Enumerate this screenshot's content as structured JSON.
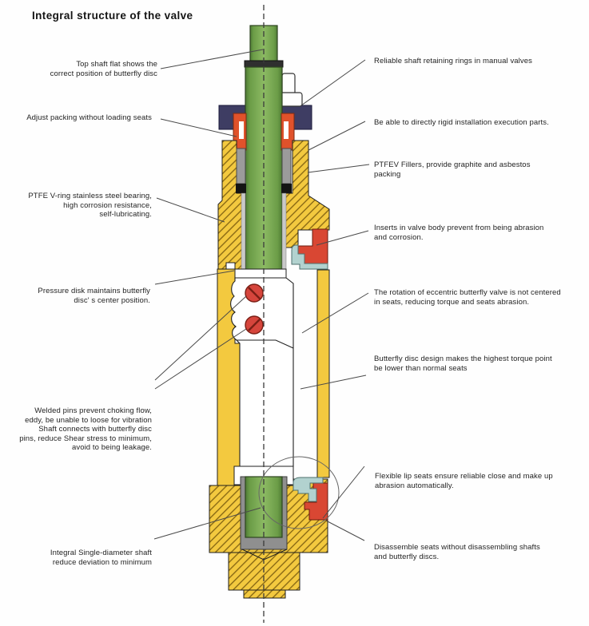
{
  "title": "Integral structure of the valve",
  "left_labels": [
    {
      "text": "Top shaft flat shows the\ncorrect position of butterfly disc"
    },
    {
      "text": "Adjust packing without loading seats"
    },
    {
      "text": "PTFE V-ring stainless steel bearing,\nhigh corrosion resistance,\nself-lubricating."
    },
    {
      "text": "Pressure disk maintains butterfly\ndisc' s center position."
    },
    {
      "text": "Welded pins prevent choking flow,\neddy, be unable to loose for vibration\nShaft connects with butterfly disc\npins, reduce Shear stress to minimum,\navoid to being leakage."
    },
    {
      "text": "Integral Single-diameter shaft\nreduce deviation to minimum"
    }
  ],
  "right_labels": [
    {
      "text": "Reliable shaft retaining rings in manual valves"
    },
    {
      "text": "Be able to directly rigid installation execution parts."
    },
    {
      "text": "PTFEV Fillers, provide graphite and asbestos\npacking"
    },
    {
      "text": "Inserts in valve body prevent from being abrasion\nand corrosion."
    },
    {
      "text": "The rotation of eccentric butterfly valve is not centered\nin seats, reducing torque and seats abrasion."
    },
    {
      "text": "Butterfly disc design makes the highest torque point\nbe lower than normal seats"
    },
    {
      "text": "Flexible lip seats ensure reliable close and make up\nabrasion automatically."
    },
    {
      "text": "Disassemble seats without disassembling shafts\nand butterfly discs."
    }
  ],
  "colors": {
    "body_yellow": "#F3C93F",
    "hatch_line": "#8A6A15",
    "shaft_green": "#7DAD54",
    "shaft_green_dark": "#4F7C35",
    "gland_flange_navy": "#3E3D63",
    "packing_orange": "#E0522B",
    "insert_red": "#D94733",
    "pin_red": "#D6453C",
    "seat_blue": "#B2D2CF",
    "packing_gray": "#9B9B9B",
    "outline": "#1F1F1F",
    "leader_line": "#4A4A4A",
    "text": "#232323"
  }
}
